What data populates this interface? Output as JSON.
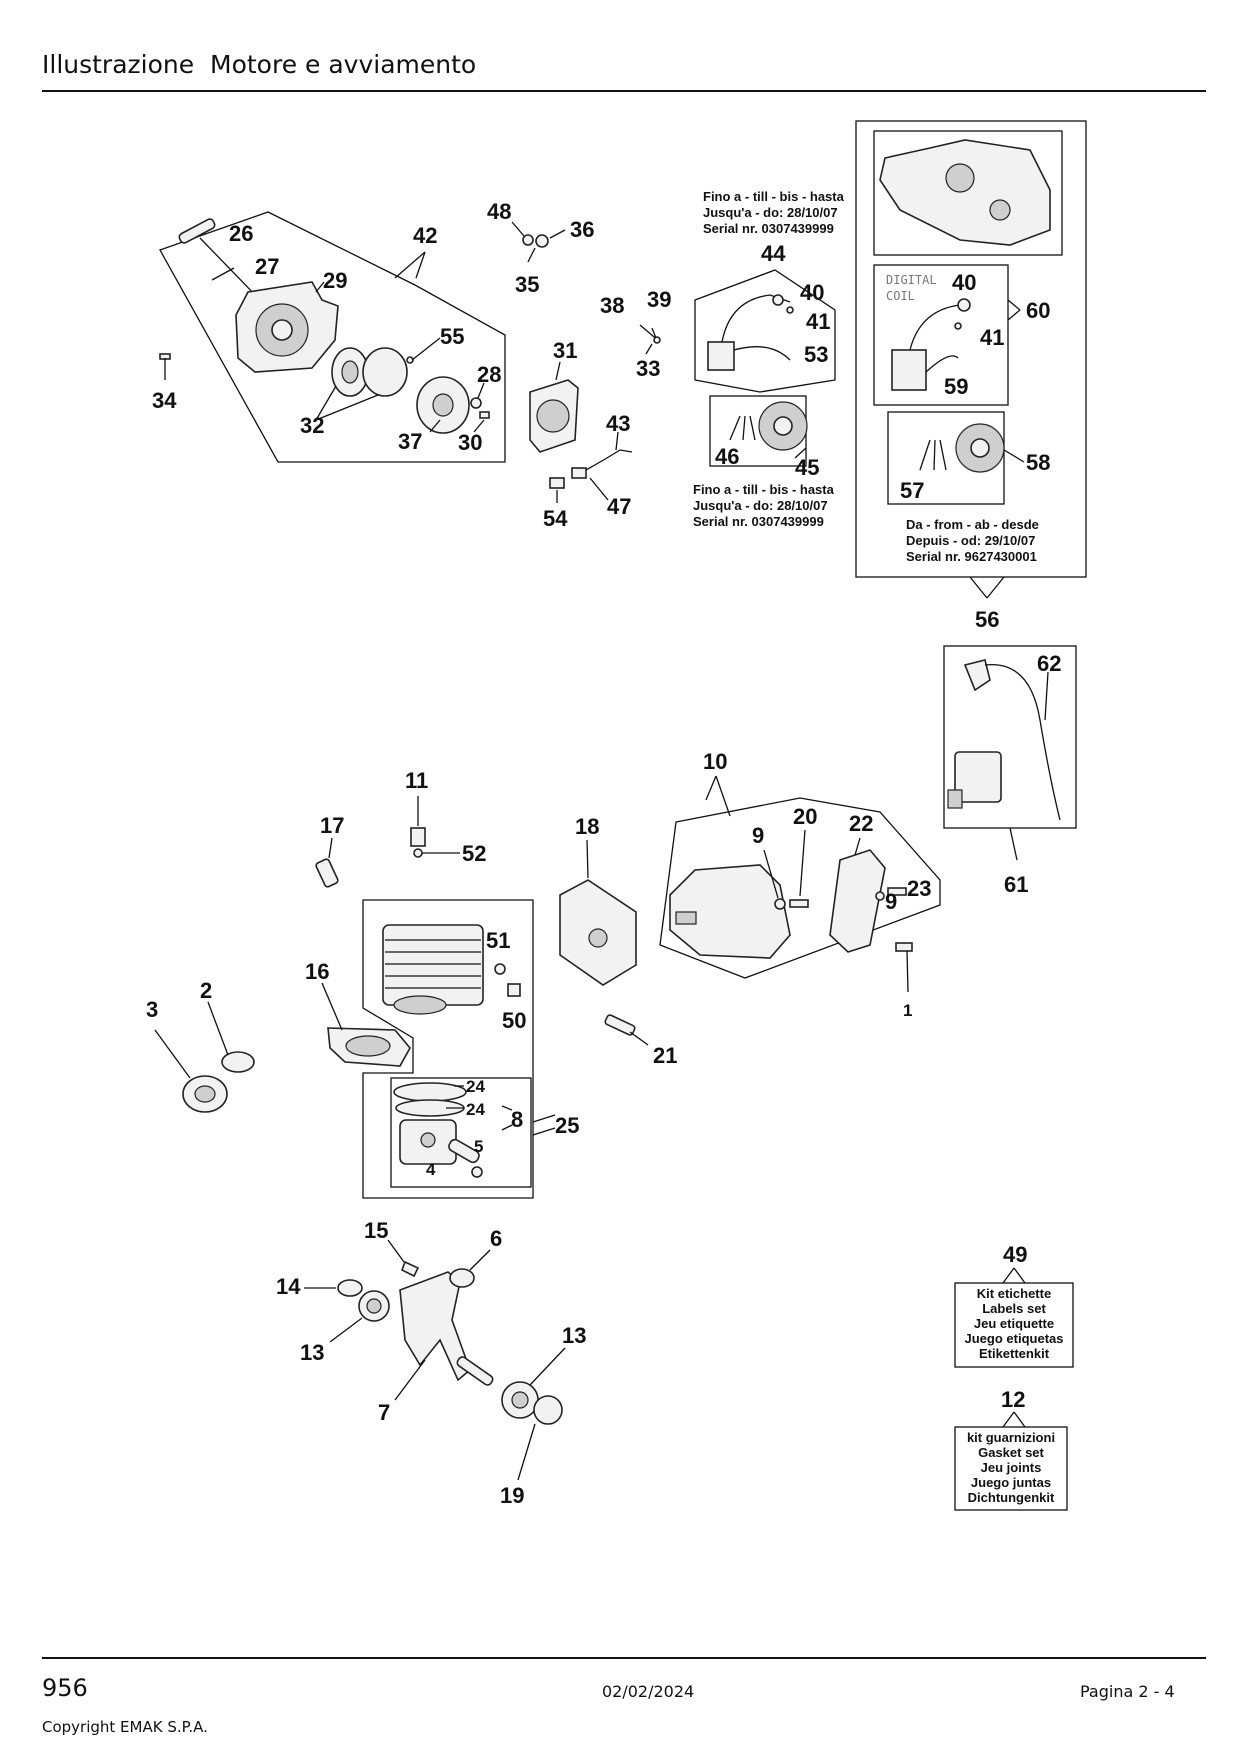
{
  "header": {
    "title": "Illustrazione  Motore e avviamento"
  },
  "footer": {
    "page_number": "956",
    "date": "02/02/2024",
    "page_label": "Pagina 2 - 4",
    "copyright": "Copyright EMAK S.P.A."
  },
  "labels": {
    "p1": "1",
    "p2": "2",
    "p3": "3",
    "p4": "4",
    "p5": "5",
    "p6": "6",
    "p7": "7",
    "p8": "8",
    "p9a": "9",
    "p9b": "9",
    "p10": "10",
    "p11": "11",
    "p12": "12",
    "p13a": "13",
    "p13b": "13",
    "p14": "14",
    "p15": "15",
    "p16": "16",
    "p17": "17",
    "p18": "18",
    "p19": "19",
    "p20": "20",
    "p21": "21",
    "p22": "22",
    "p23": "23",
    "p24a": "24",
    "p24b": "24",
    "p25": "25",
    "p26": "26",
    "p27": "27",
    "p28": "28",
    "p29": "29",
    "p30": "30",
    "p31": "31",
    "p32": "32",
    "p33": "33",
    "p34": "34",
    "p35": "35",
    "p36": "36",
    "p37": "37",
    "p38": "38",
    "p39": "39",
    "p40a": "40",
    "p40b": "40",
    "p41a": "41",
    "p41b": "41",
    "p42": "42",
    "p43": "43",
    "p44": "44",
    "p45": "45",
    "p46": "46",
    "p47": "47",
    "p48": "48",
    "p49": "49",
    "p50": "50",
    "p51": "51",
    "p52": "52",
    "p53": "53",
    "p54": "54",
    "p55": "55",
    "p56": "56",
    "p57": "57",
    "p58": "58",
    "p59": "59",
    "p60": "60",
    "p61": "61",
    "p62": "62"
  },
  "notes": {
    "until_top": [
      "Fino a - till - bis - hasta",
      "Jusqu'a - do: 28/10/07",
      "Serial nr. 0307439999"
    ],
    "until_mid": [
      "Fino a - till - bis - hasta",
      "Jusqu'a - do: 28/10/07",
      "Serial nr. 0307439999"
    ],
    "from": [
      "Da - from - ab - desde",
      "Depuis - od: 29/10/07",
      "Serial nr. 9627430001"
    ],
    "digital_coil": [
      "DIGITAL",
      "COIL"
    ]
  },
  "kits": {
    "labels_set": [
      "Kit etichette",
      "Labels set",
      "Jeu etiquette",
      "Juego etiquetas",
      "Etikettenkit"
    ],
    "gasket_set": [
      "kit guarnizioni",
      "Gasket set",
      "Jeu  joints",
      "Juego juntas",
      "Dichtungenkit"
    ]
  }
}
